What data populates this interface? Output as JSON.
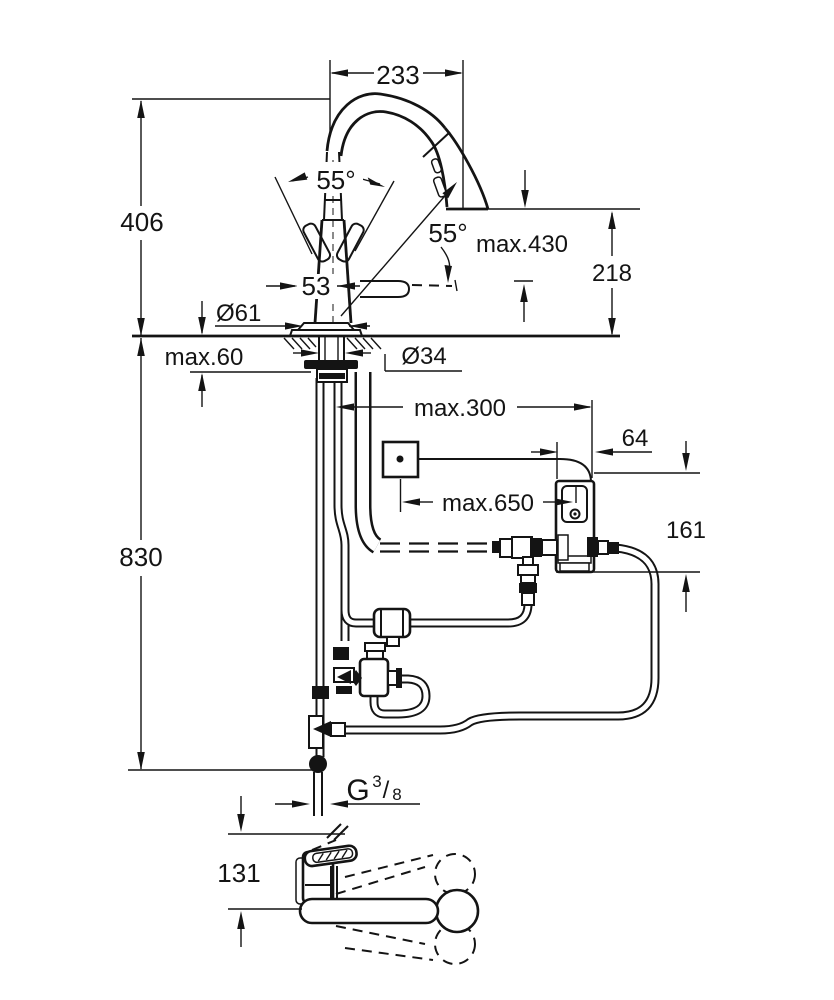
{
  "title": "faucet-technical-dimension-drawing",
  "dims": {
    "w233": "233",
    "h406": "406",
    "h830": "830",
    "a55_left": "55°",
    "a55_swivel": "55°",
    "w53": "53",
    "d61": "Ø61",
    "max60": "max.60",
    "d34": "Ø34",
    "max430": "max.430",
    "h218": "218",
    "max300": "max.300",
    "w64": "64",
    "max650": "max.650",
    "h161": "161",
    "thread_g": "G",
    "thread_num": "3",
    "thread_slash": "/",
    "thread_den": "8",
    "h131": "131"
  }
}
